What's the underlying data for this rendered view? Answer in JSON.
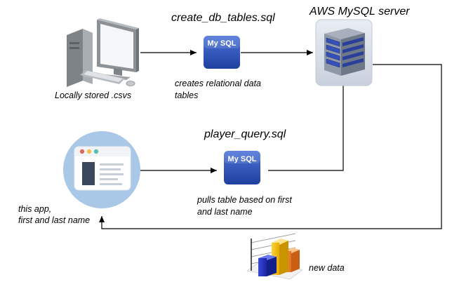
{
  "labels": {
    "create_sql": "create_db_tables.sql",
    "aws_server": "AWS MySQL server",
    "local_csvs": "Locally stored .csvs",
    "creates_line1": "creates relational data",
    "creates_line2": "tables",
    "player_sql": "player_query.sql",
    "pulls_line1": "pulls table based on first",
    "pulls_line2": "and last name",
    "app_line1": "this app,",
    "app_line2": "first and last name",
    "new_data": "new data"
  },
  "mysql_badge": "My SQL",
  "colors": {
    "mysql_blue": "#2f56c0",
    "app_circle": "#a9c7e6",
    "arrow": "#000000"
  },
  "icons": [
    "desktop-computer-icon",
    "mysql-badge-icon",
    "server-rack-icon",
    "web-app-window-icon",
    "bar-chart-icon"
  ]
}
